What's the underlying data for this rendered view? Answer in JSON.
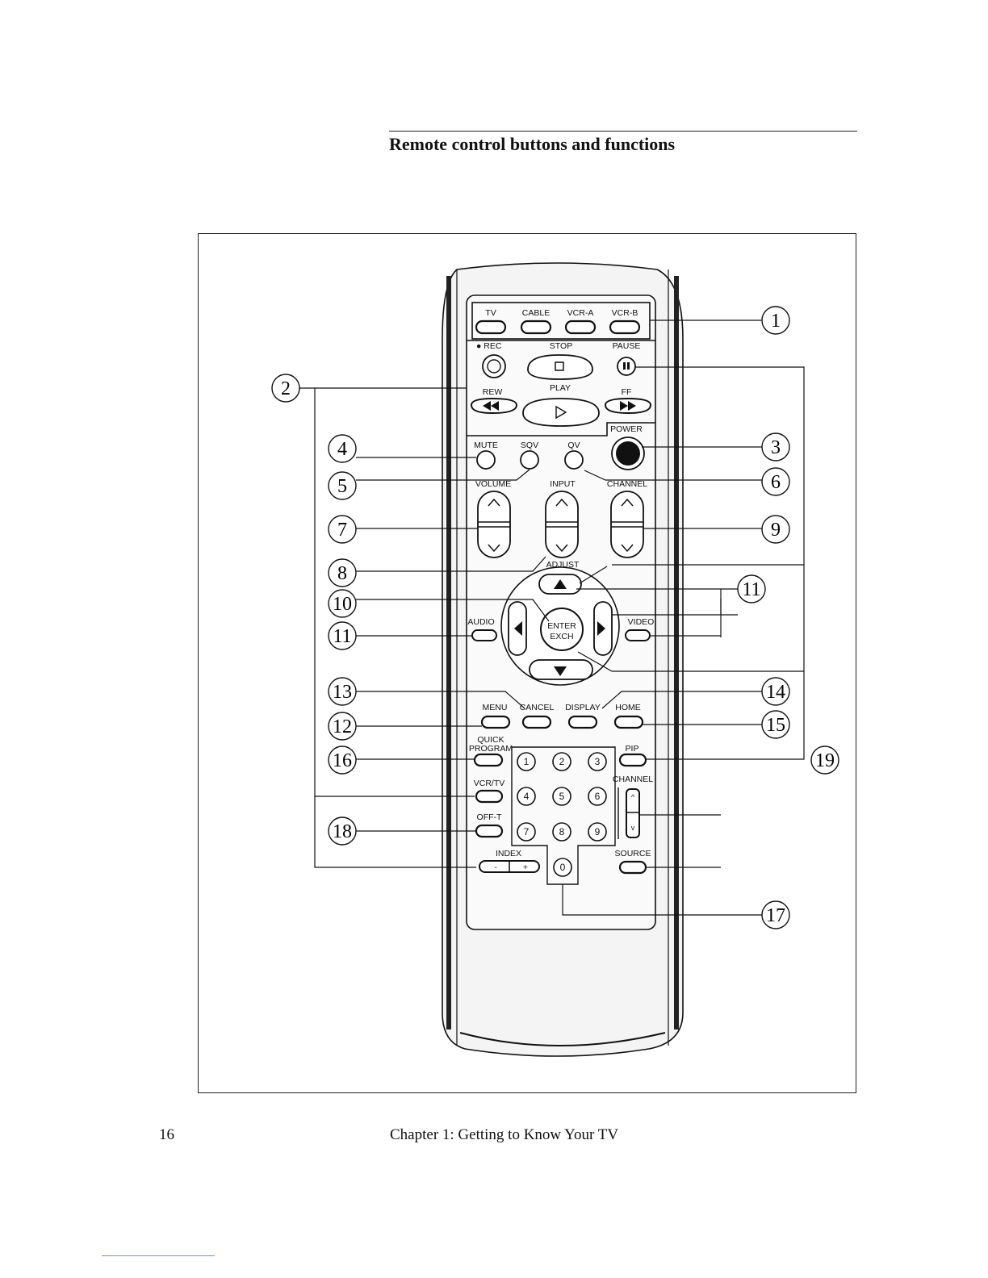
{
  "page": {
    "heading": "Remote control buttons and functions",
    "page_number": "16",
    "chapter": "Chapter 1: Getting to Know Your TV"
  },
  "remote": {
    "mode_buttons": [
      "TV",
      "CABLE",
      "VCR-A",
      "VCR-B"
    ],
    "rec": "● REC",
    "stop": "STOP",
    "pause": "PAUSE",
    "rew": "REW",
    "play": "PLAY",
    "ff": "FF",
    "power": "POWER",
    "mute": "MUTE",
    "sqv": "SQV",
    "qv": "QV",
    "volume": "VOLUME",
    "input": "INPUT",
    "channel": "CHANNEL",
    "adjust": "ADJUST",
    "audio": "AUDIO",
    "video": "VIDEO",
    "enter": "ENTER",
    "exch": "EXCH",
    "menu": "MENU",
    "cancel": "CANCEL",
    "display": "DISPLAY",
    "home": "HOME",
    "quick": "QUICK",
    "program": "PROGRAM",
    "pip": "PIP",
    "vcrtv": "VCR/TV",
    "offt": "OFF-T",
    "channel2": "CHANNEL",
    "index": "INDEX",
    "index_minus": "-",
    "index_plus": "+",
    "source": "SOURCE",
    "digits": [
      "1",
      "2",
      "3",
      "4",
      "5",
      "6",
      "7",
      "8",
      "9",
      "0"
    ],
    "ch_up": "^",
    "ch_down": "v"
  },
  "callouts": {
    "c1": "1",
    "c2": "2",
    "c3": "3",
    "c4": "4",
    "c5": "5",
    "c6": "6",
    "c7": "7",
    "c8": "8",
    "c9": "9",
    "c10": "10",
    "c11a": "11",
    "c11b": "11",
    "c12": "12",
    "c13": "13",
    "c14": "14",
    "c15": "15",
    "c16": "16",
    "c17": "17",
    "c18": "18",
    "c19": "19"
  }
}
